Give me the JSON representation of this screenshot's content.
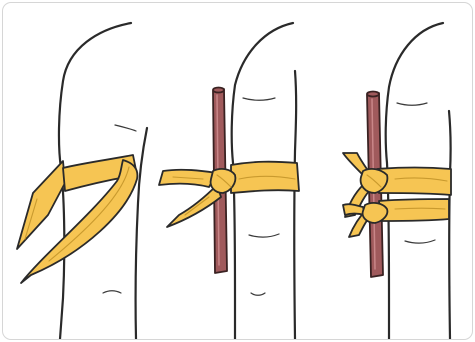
{
  "illustration": {
    "panel_count": 3,
    "colors": {
      "bandage": "#f6c553",
      "bandage_outline": "#2a2a2a",
      "stick": "#a05a5c",
      "body_outline": "#2a2a2a",
      "background": "#ffffff",
      "frame_border": "#d6d6d6"
    },
    "steps": [
      {
        "name": "bandage-wrapped-around-upper-arm",
        "icons": [
          "arm-icon",
          "bandage-icon"
        ]
      },
      {
        "name": "stick-placed-on-first-knot",
        "icons": [
          "arm-icon",
          "bandage-icon",
          "knot-icon",
          "stick-icon"
        ]
      },
      {
        "name": "stick-secured-with-second-tie",
        "icons": [
          "arm-icon",
          "bandage-icon",
          "knot-icon",
          "stick-icon"
        ]
      }
    ]
  }
}
